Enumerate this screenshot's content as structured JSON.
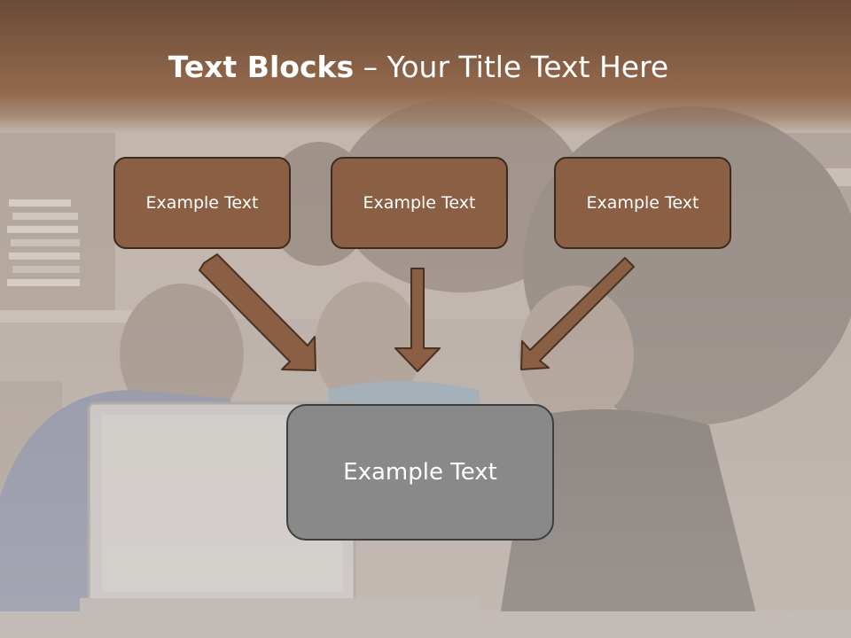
{
  "slide": {
    "title_bold": "Text Blocks",
    "title_dash": " – ",
    "title_rest": "Your Title Text Here",
    "blocks": [
      {
        "label": "Example Text"
      },
      {
        "label": "Example Text"
      },
      {
        "label": "Example Text"
      }
    ],
    "main_block": {
      "label": "Example Text"
    }
  },
  "colors": {
    "title_band": "#7e5a42",
    "block_fill": "#8a5f44",
    "block_border": "#3d2a1e",
    "main_block_fill": "#898989",
    "arrow_fill": "#8a5f44",
    "arrow_stroke": "#4a3222"
  },
  "background": {
    "icon": "group-of-people-at-laptop-photo"
  }
}
